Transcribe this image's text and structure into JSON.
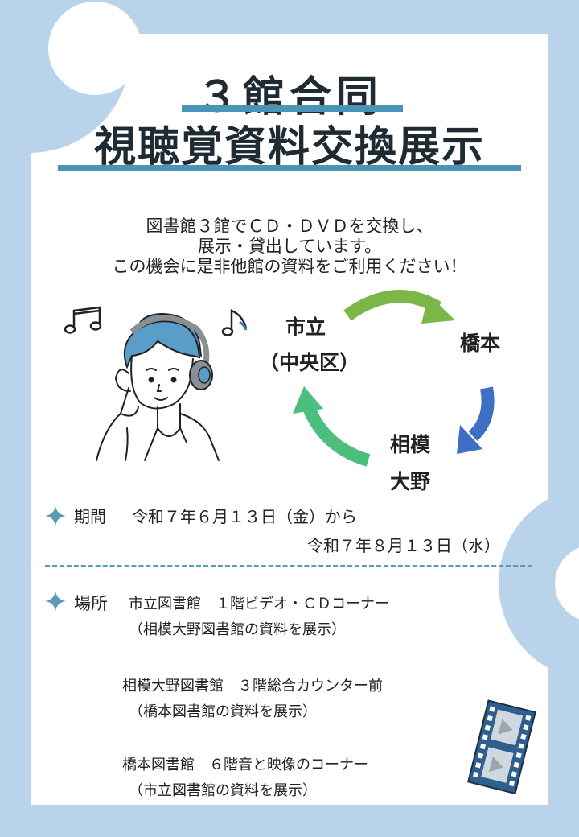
{
  "header": {
    "title_line1": "３館合同",
    "title_line2": "視聴覚資料交換展示"
  },
  "intro": [
    "図書館３館でＣＤ・ＤＶＤを交換し、",
    "展示・貸出しています。",
    "この機会に是非他館の資料をご利用ください！"
  ],
  "cycle": {
    "node_a": [
      "市立",
      "（中央区）"
    ],
    "node_b": "橋本",
    "node_c": [
      "相模",
      "大野"
    ]
  },
  "period": {
    "label": "期間",
    "from": "令和７年６月１３日（金）から",
    "to": "令和７年８月１３日（水）"
  },
  "place": {
    "label": "場所",
    "items": [
      {
        "location": "市立図書館　１階ビデオ・ＣＤコーナー",
        "note": "（相模大野図書館の資料を展示）"
      },
      {
        "location": "相模大野図書館　３階総合カウンター前",
        "note": "（橋本図書館の資料を展示）"
      },
      {
        "location": "橋本図書館　６階音と映像のコーナー",
        "note": "（市立図書館の資料を展示）"
      }
    ]
  },
  "colors": {
    "frame": "#b9d4ea",
    "underline": "#4a94b8",
    "arrow_green": "#7ab648",
    "arrow_blue": "#3d6fc4",
    "arrow_teal": "#4cbf7f"
  },
  "icons": [
    "music-notes-icon",
    "headphones-person-illustration",
    "film-strip-icon",
    "sparkle-icon"
  ]
}
